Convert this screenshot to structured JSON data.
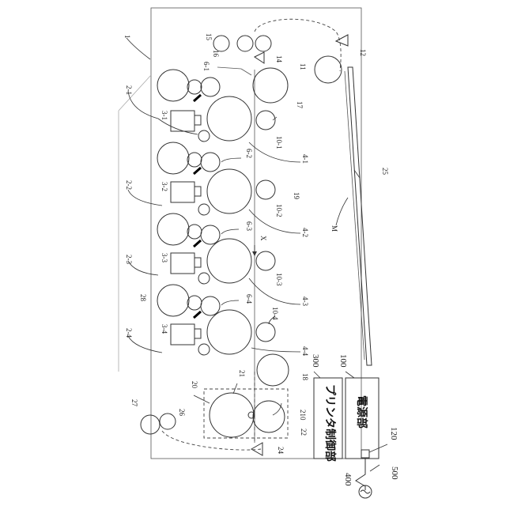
{
  "diagram": {
    "labels": {
      "frame": "1",
      "station1": "2-1",
      "station2": "2-2",
      "station3": "2-3",
      "station4": "2-4",
      "unit1": "3-1",
      "unit2": "3-2",
      "unit3": "3-3",
      "unit4": "3-4",
      "drum1": "4-1",
      "drum2": "4-2",
      "drum3": "4-3",
      "drum4": "4-4",
      "charger1": "6-1",
      "charger2": "6-2",
      "charger3": "6-3",
      "charger4": "6-4",
      "roller1": "10-1",
      "roller2": "10-2",
      "roller3": "10-3",
      "roller4": "10-4",
      "pickup": "11",
      "tray_arrow": "12",
      "r14": "14",
      "r15": "15",
      "r16": "16",
      "r17": "17",
      "r18": "18",
      "belt": "19",
      "fixing": "20",
      "fix_roller": "21",
      "press_roller": "22",
      "arrow24": "24",
      "tray": "25",
      "r26": "26",
      "r27": "27",
      "frame28": "28",
      "sheet": "M",
      "direction": "X",
      "sensor": "210",
      "power_block": "100",
      "control_block": "300",
      "ac_plug": "120",
      "cable": "500",
      "ac_source": "400"
    },
    "blocks": {
      "power_text": "電源部",
      "control_text": "プリンタ制御部"
    }
  }
}
